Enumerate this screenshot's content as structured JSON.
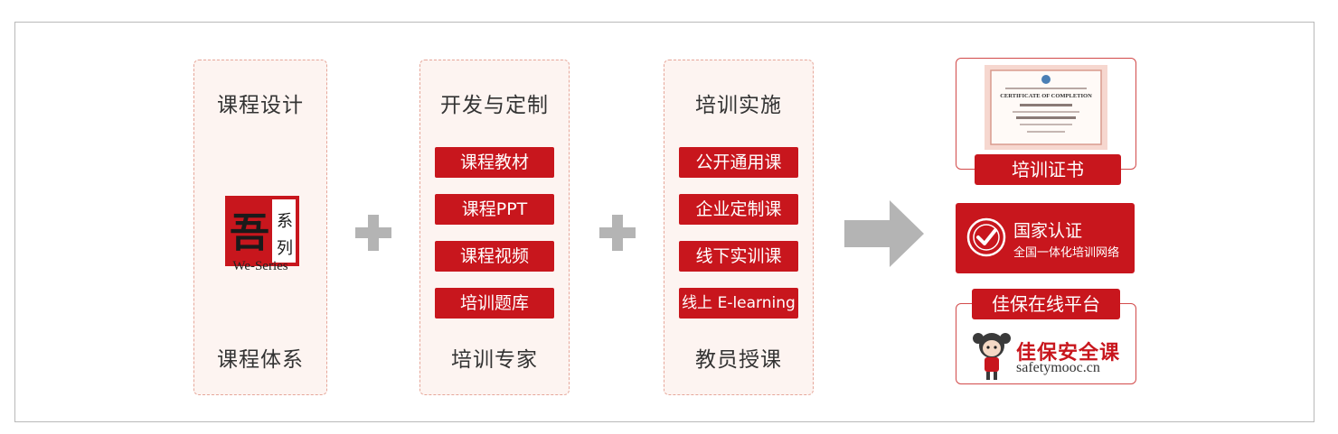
{
  "card1": {
    "title": "课程设计",
    "logo_char_main": "吾",
    "logo_char_top": "系",
    "logo_char_bottom": "列",
    "logo_text": "We-Series",
    "footer": "课程体系"
  },
  "card2": {
    "title": "开发与定制",
    "items": [
      "课程教材",
      "课程PPT",
      "课程视频",
      "培训题库"
    ],
    "footer": "培训专家"
  },
  "card3": {
    "title": "培训实施",
    "items": [
      "公开通用课",
      "企业定制课",
      "线下实训课",
      "线上 E-learning"
    ],
    "footer": "教员授课"
  },
  "certificate": {
    "heading": "CERTIFICATE OF COMPLETION",
    "label": "培训证书"
  },
  "auth": {
    "title": "国家认证",
    "subtitle": "全国一体化培训网络"
  },
  "platform": {
    "label": "佳保在线平台",
    "brand_cn": "佳保安全课",
    "brand_en": "safetymooc.cn"
  },
  "colors": {
    "accent": "#c8161d",
    "card_bg": "#fdf4f1",
    "card_border": "#e6a79a",
    "plus": "#b4b4b4",
    "arrow": "#b4b4b4"
  },
  "icons": [
    "plus-icon",
    "arrow-right-icon",
    "certificate-icon",
    "check-badge-icon",
    "mascot-icon"
  ]
}
